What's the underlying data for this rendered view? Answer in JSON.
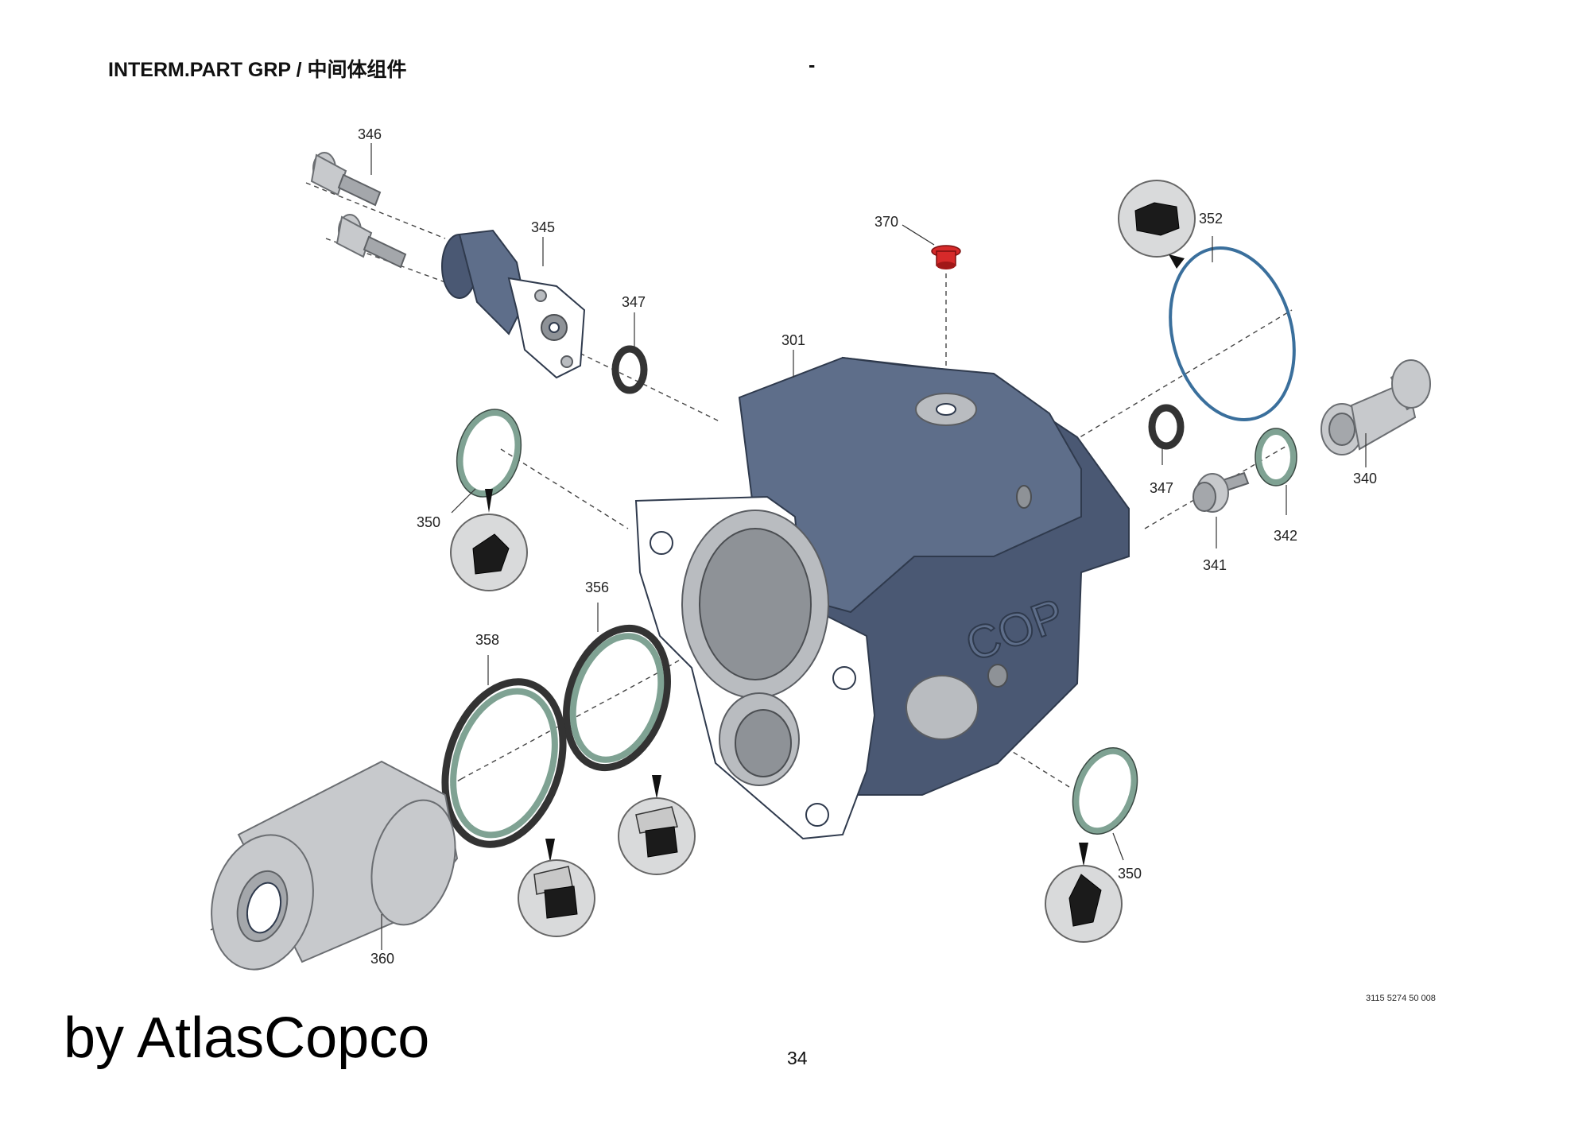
{
  "header": {
    "title": "INTERM.PART GRP / 中间体组件",
    "dash": "-"
  },
  "callouts": {
    "c301": "301",
    "c340": "340",
    "c341": "341",
    "c342": "342",
    "c345": "345",
    "c346": "346",
    "c347a": "347",
    "c347b": "347",
    "c350a": "350",
    "c350b": "350",
    "c352": "352",
    "c356": "356",
    "c358": "358",
    "c360": "360",
    "c370": "370"
  },
  "body_marking": "COP",
  "drawing_number": "3115 5274 50 008",
  "footer": {
    "brand": "by AtlasCopco",
    "page_number": "34"
  },
  "colors": {
    "body": "#5e6e8a",
    "plug_highlight": "#d62a2a",
    "o_ring_green": "#7fa293",
    "o_ring_blue": "#3a6f9c"
  }
}
